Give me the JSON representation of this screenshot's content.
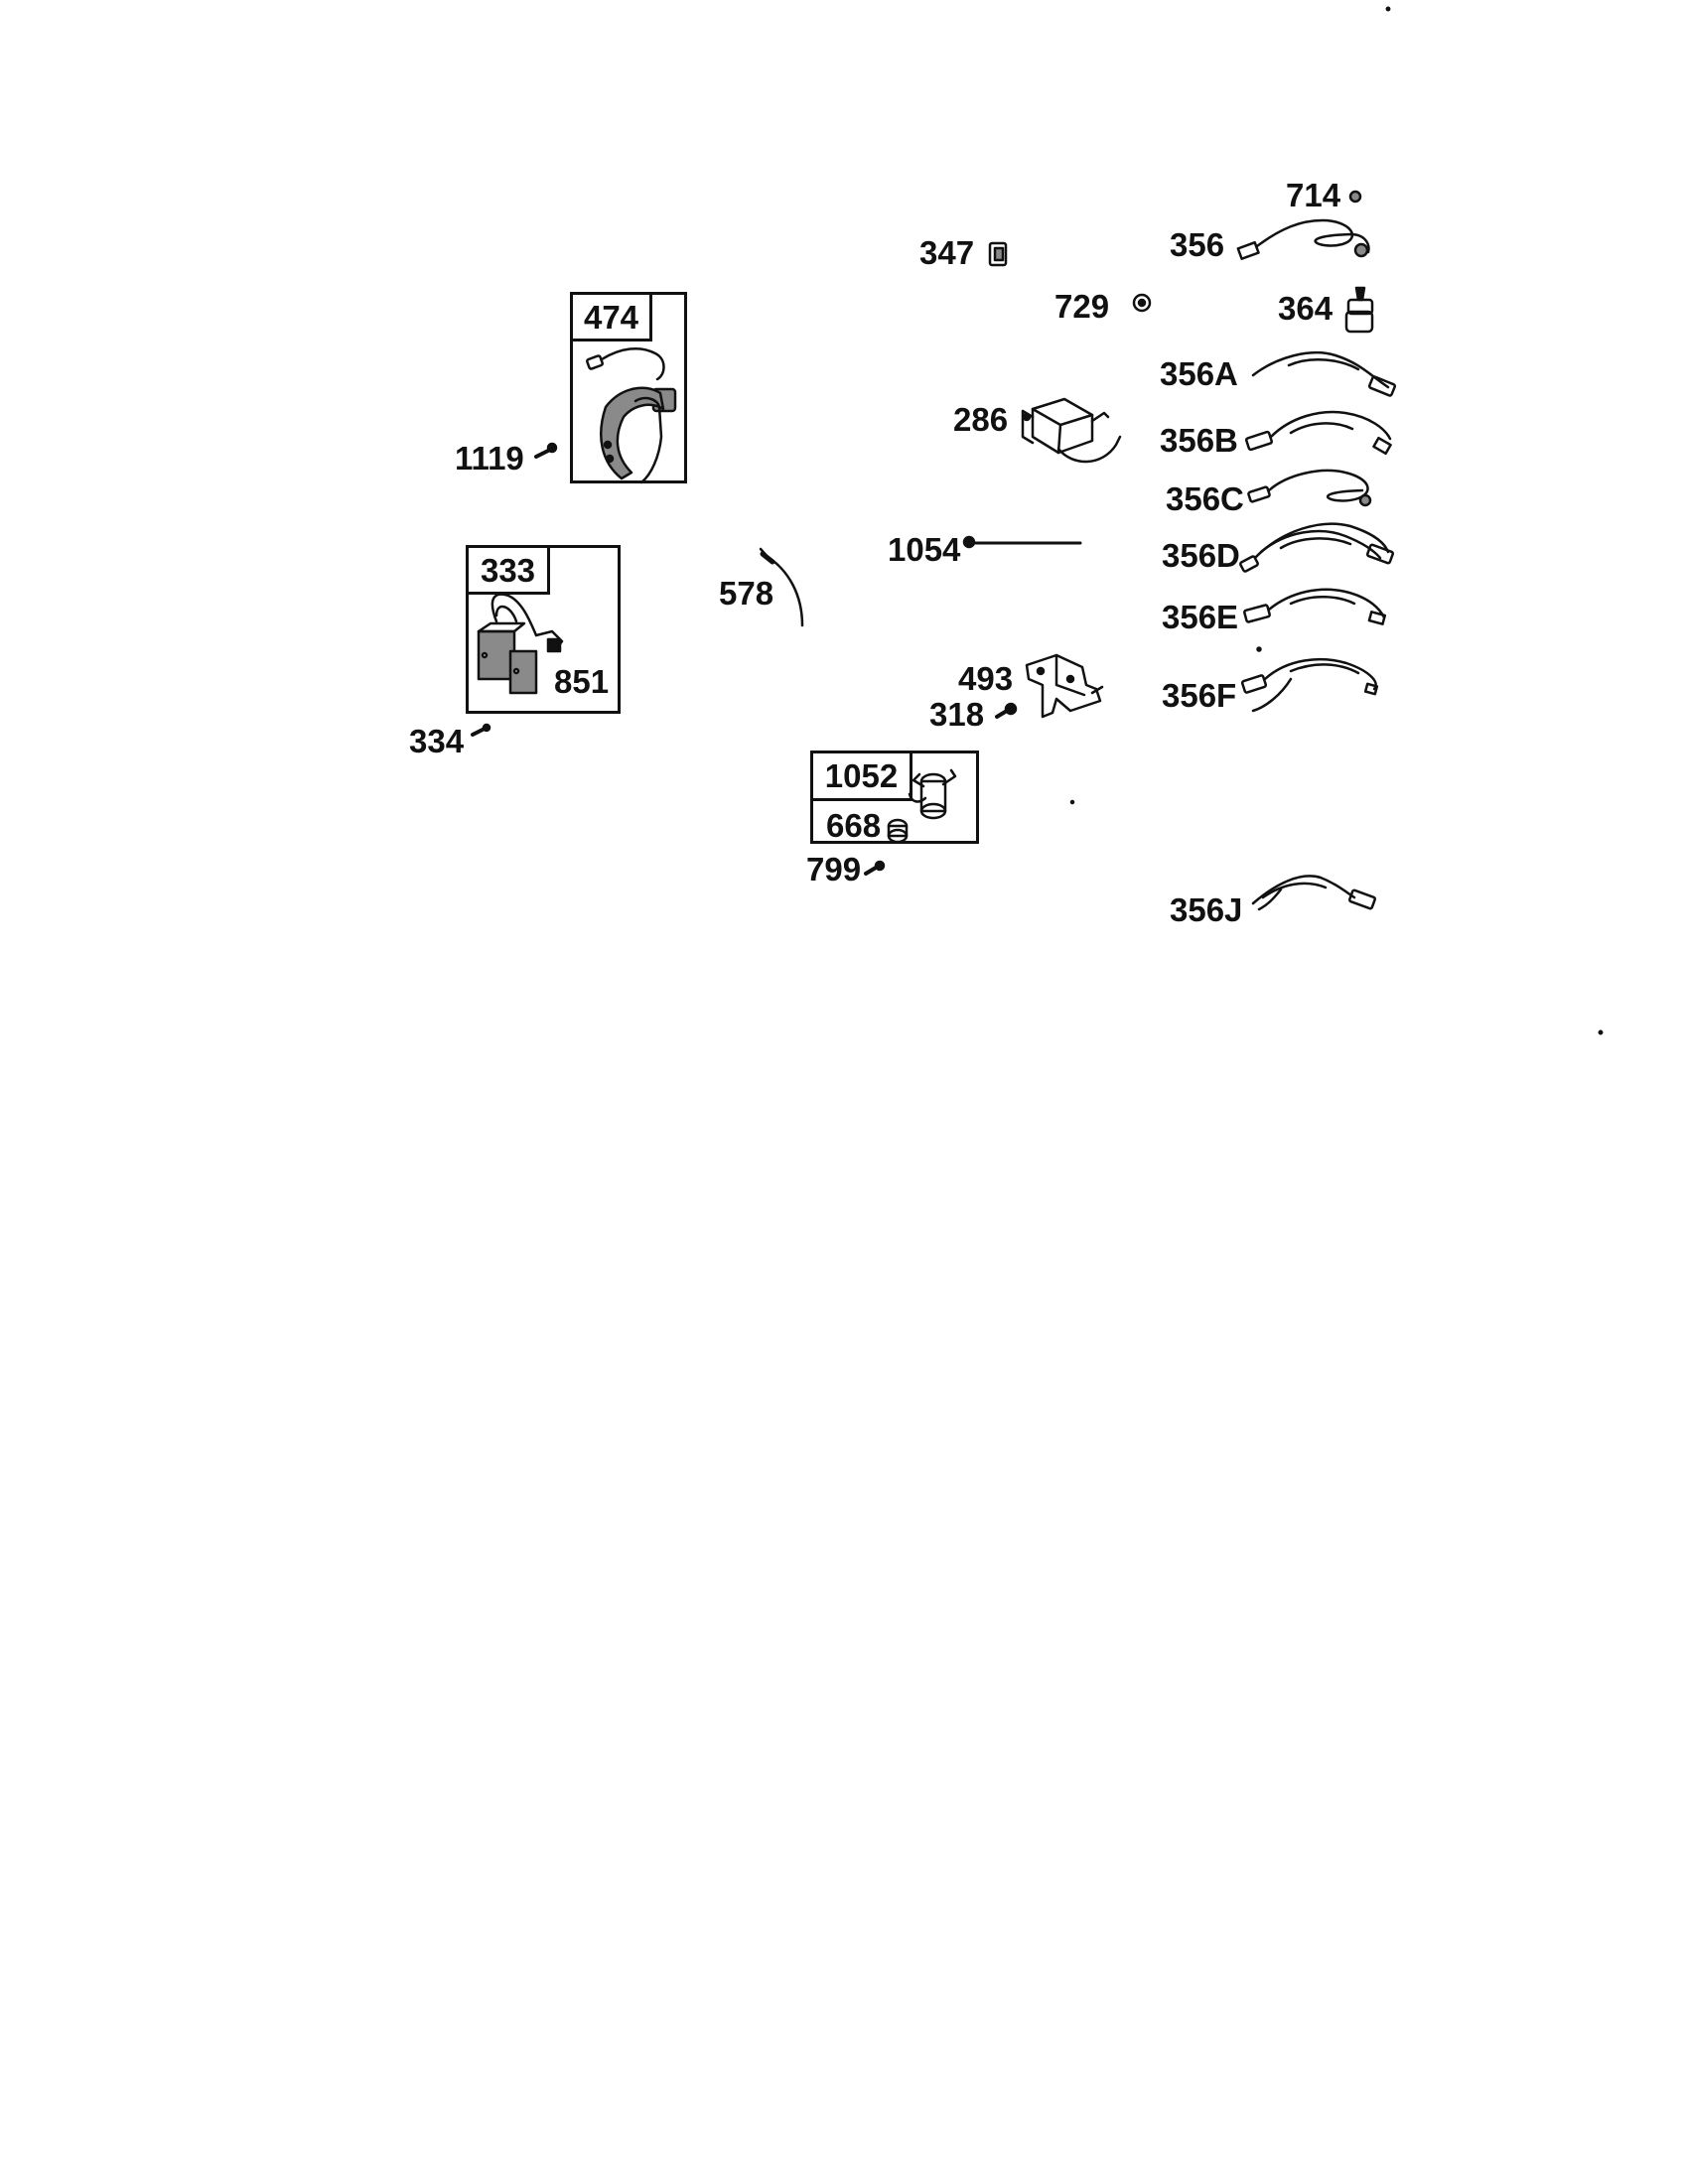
{
  "diagram": {
    "boxed_groups": {
      "g474": {
        "header": "474"
      },
      "g333": {
        "header": "333",
        "inner_label": "851"
      },
      "g1052": {
        "header": "1052",
        "inner_label": "668"
      }
    },
    "labels": {
      "p714": "714",
      "p356": "356",
      "p347": "347",
      "p729": "729",
      "p364": "364",
      "p356A": "356A",
      "p286": "286",
      "p356B": "356B",
      "p1119": "1119",
      "p356C": "356C",
      "p1054": "1054",
      "p356D": "356D",
      "p578": "578",
      "p356E": "356E",
      "p493": "493",
      "p318": "318",
      "p356F": "356F",
      "p334": "334",
      "p799": "799",
      "p356J": "356J"
    }
  }
}
